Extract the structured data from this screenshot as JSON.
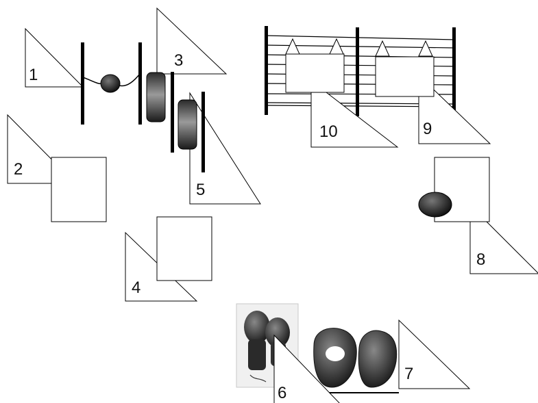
{
  "markers": [
    {
      "id": "1",
      "label": "1"
    },
    {
      "id": "2",
      "label": "2"
    },
    {
      "id": "3",
      "label": "3"
    },
    {
      "id": "4",
      "label": "4"
    },
    {
      "id": "5",
      "label": "5"
    },
    {
      "id": "6",
      "label": "6"
    },
    {
      "id": "7",
      "label": "7"
    },
    {
      "id": "8",
      "label": "8"
    },
    {
      "id": "9",
      "label": "9"
    },
    {
      "id": "10",
      "label": "10"
    }
  ],
  "icons": {
    "gloves": "boxing-gloves-icon",
    "pads": "focus-mitts-icon",
    "bag": "punching-bag-icon",
    "speed_bag": "speed-bag-icon"
  },
  "colors": {
    "stroke": "#000000",
    "bag_dark": "#1a1a1a",
    "bag_light": "#9a9a9a"
  }
}
